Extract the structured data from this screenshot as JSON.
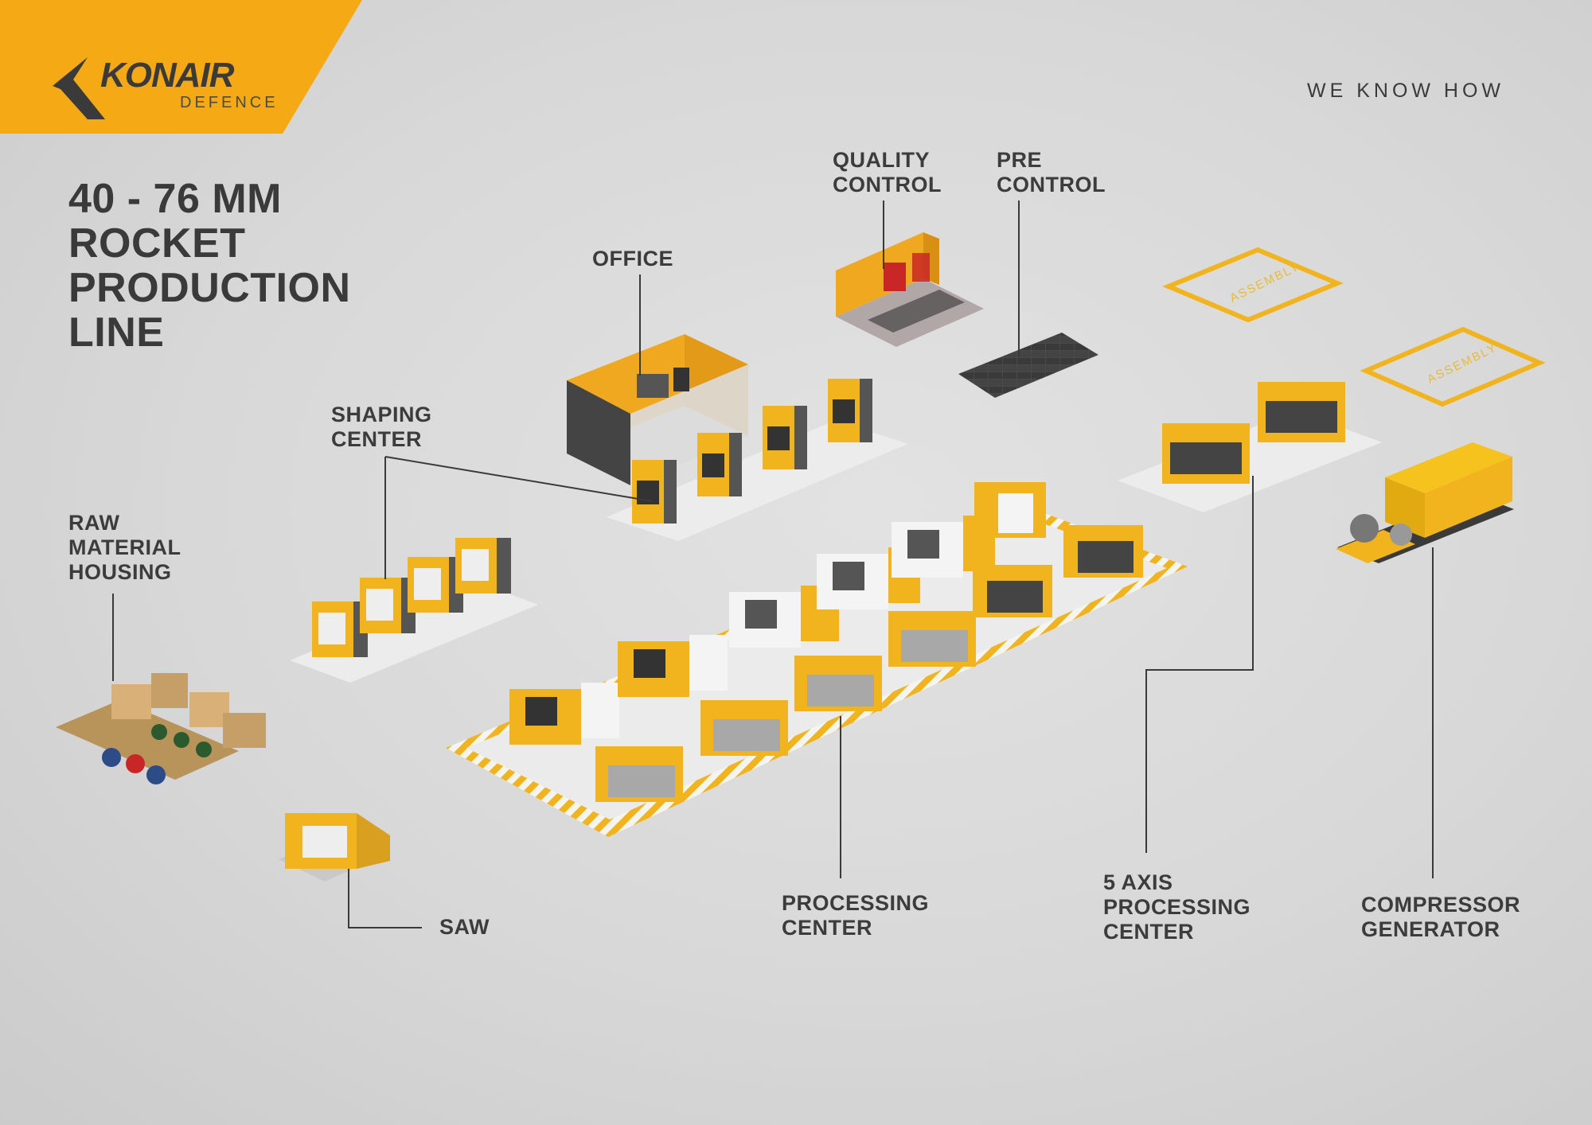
{
  "brand": {
    "name": "KONAIR",
    "sub": "DEFENCE",
    "accent": "#f5a915"
  },
  "tagline": "WE KNOW HOW",
  "title": "40 - 76 MM\nROCKET\nPRODUCTION\nLINE",
  "labels": {
    "quality_control": "QUALITY\nCONTROL",
    "pre_control": "PRE\nCONTROL",
    "office": "OFFICE",
    "shaping_center": "SHAPING\nCENTER",
    "raw_material": "RAW\nMATERIAL\nHOUSING",
    "saw": "SAW",
    "processing_center": "PROCESSING\nCENTER",
    "five_axis": "5 AXIS\nPROCESSING\nCENTER",
    "compressor": "COMPRESSOR\nGENERATOR"
  },
  "assembly": [
    "ASSEMBLY",
    "ASSEMBLY"
  ],
  "icons": {
    "logo": "konair-swoosh-icon"
  }
}
